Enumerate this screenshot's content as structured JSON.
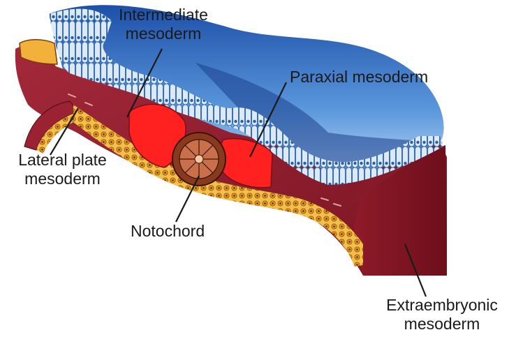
{
  "labels": {
    "intermediate_line1": "Intermediate",
    "intermediate_line2": "mesoderm",
    "paraxial": "Paraxial mesoderm",
    "lateral_line1": "Lateral plate",
    "lateral_line2": "mesoderm",
    "notochord": "Notochord",
    "extraembryonic_line1": "Extraembryonic",
    "extraembryonic_line2": "mesoderm"
  },
  "colors": {
    "ectoderm_blue": "#2f6fc2",
    "mesoderm_maroon": "#8c1c2a",
    "somite_red": "#ff1a1a",
    "endoderm_orange": "#e8a12a",
    "notochord_brown": "#7a3a1c"
  }
}
